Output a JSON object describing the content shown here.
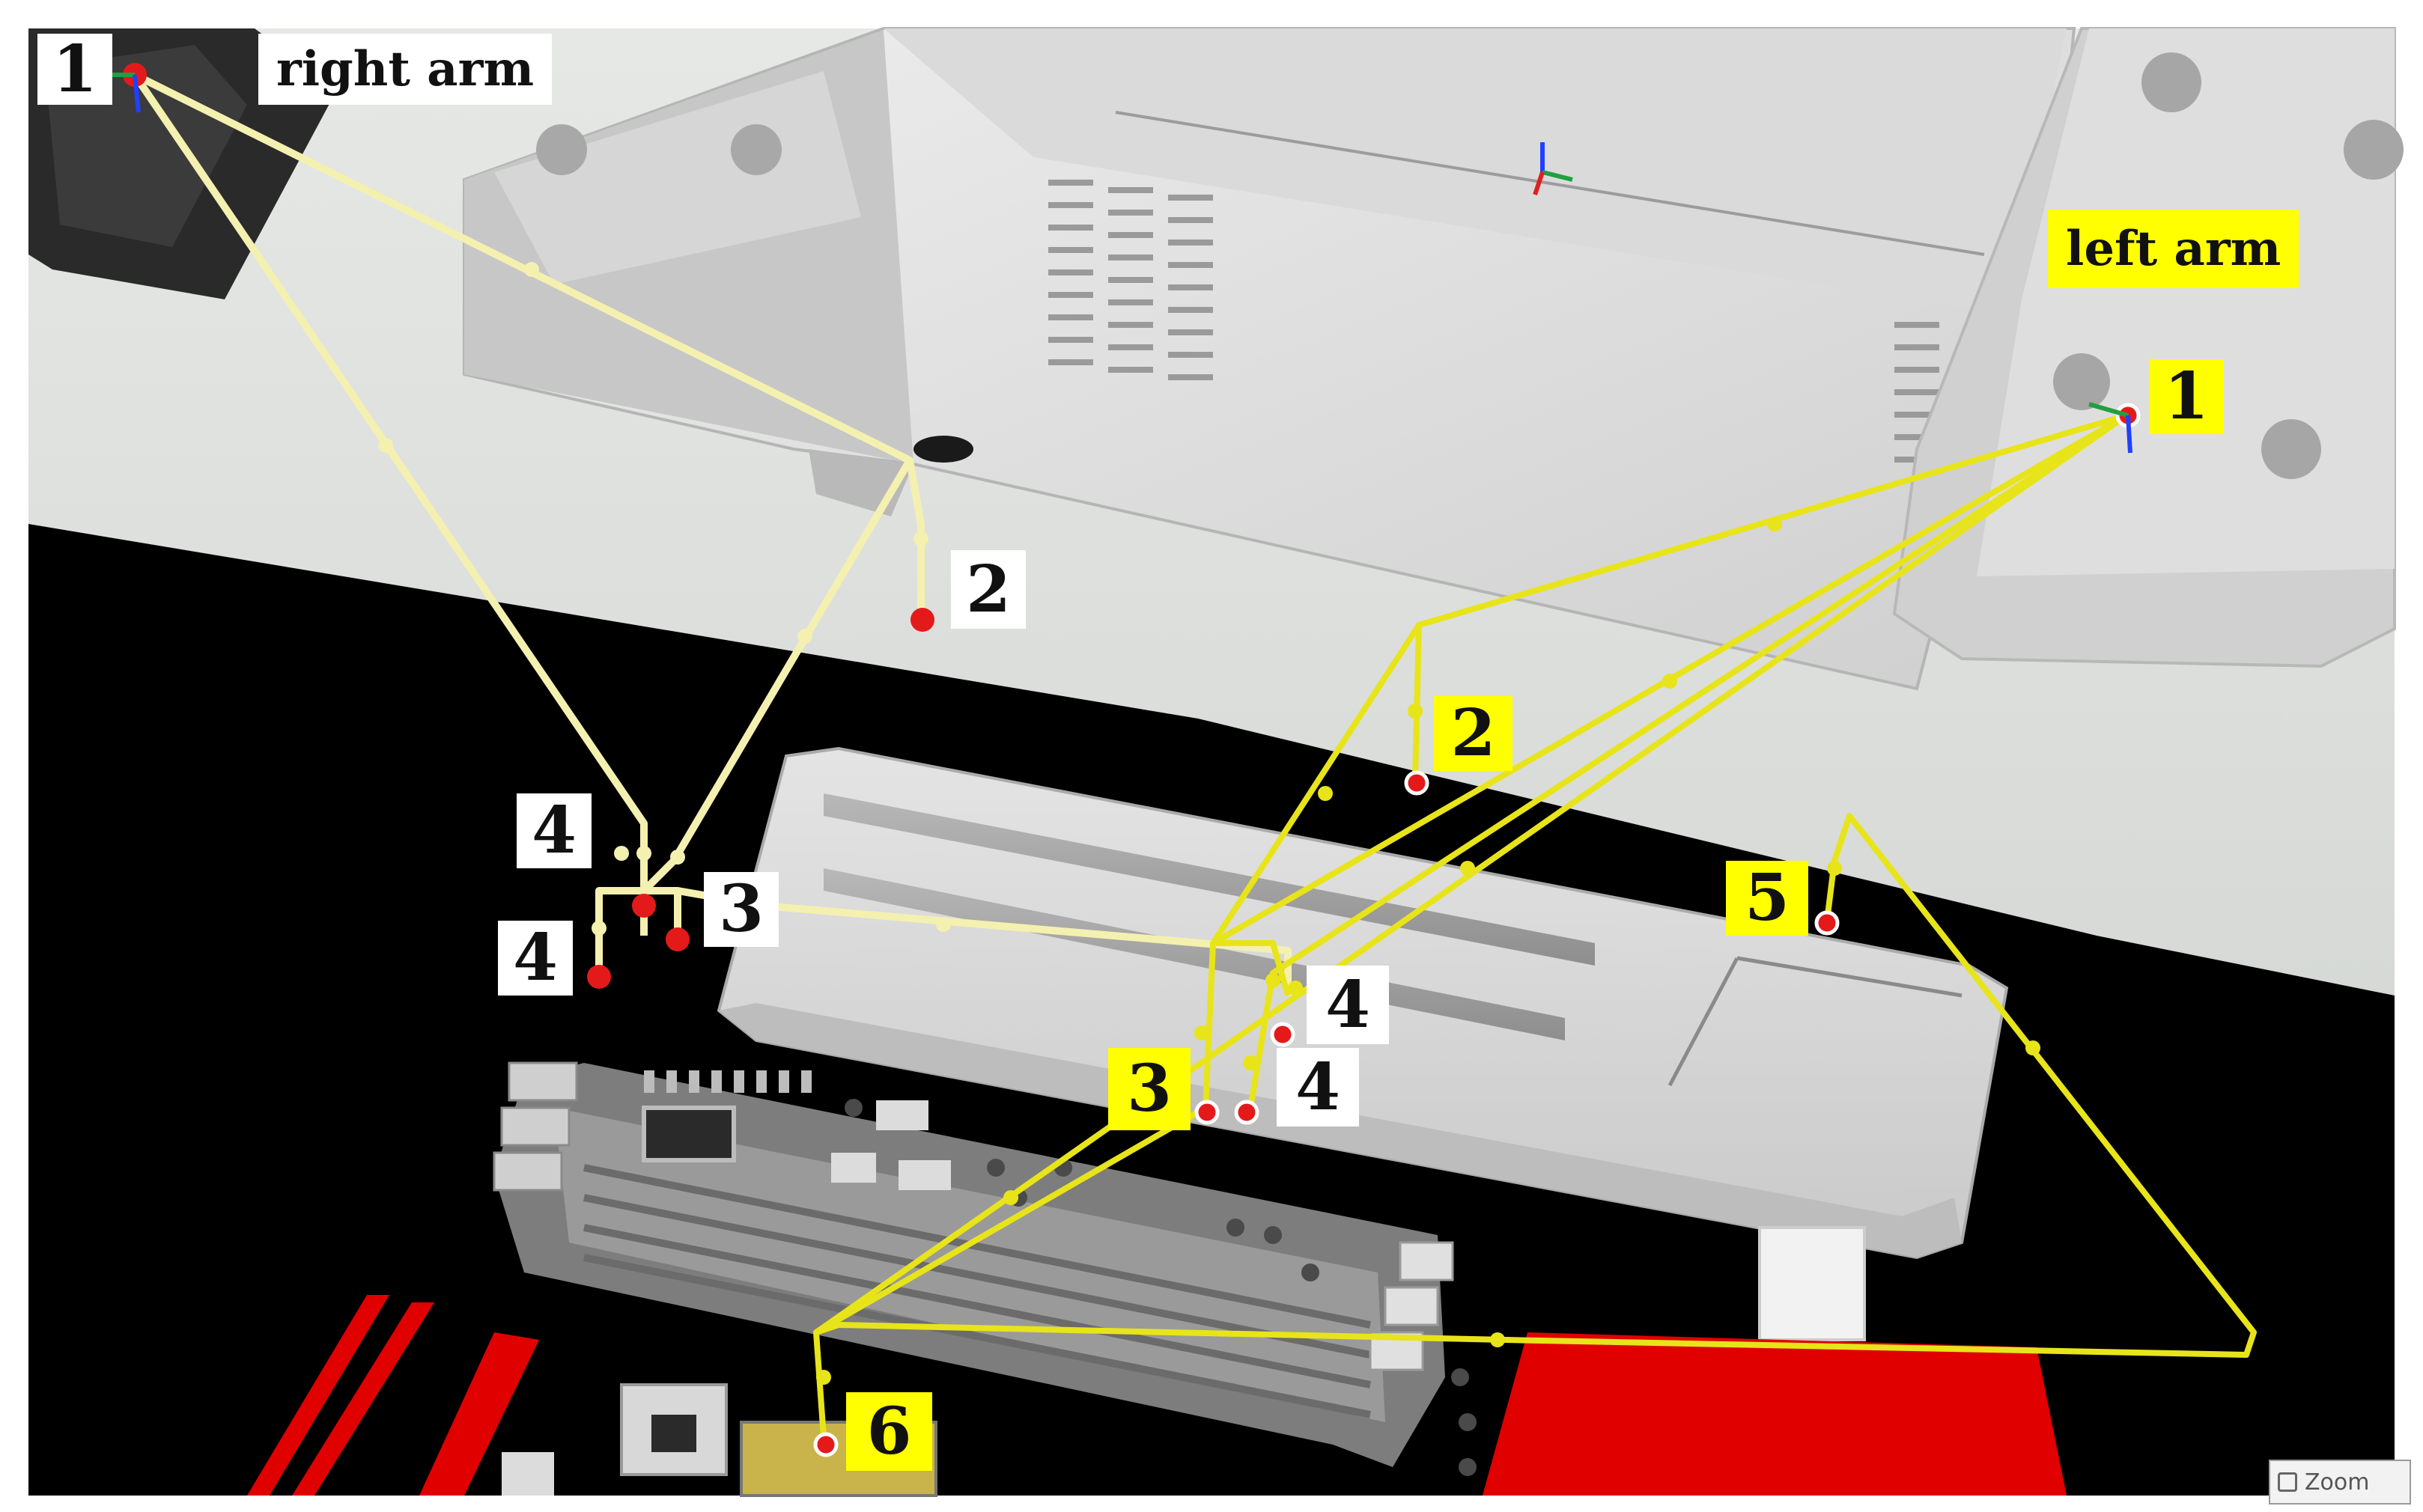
{
  "arms": {
    "right": {
      "title": "right arm",
      "points": [
        "1",
        "2",
        "3",
        "4",
        "4"
      ]
    },
    "left": {
      "title": "left arm",
      "points": [
        "1",
        "2",
        "3",
        "4",
        "4",
        "5",
        "6"
      ]
    }
  },
  "viewport": {
    "zoom_label": "Zoom"
  },
  "colors": {
    "right_path": "#f4f0b0",
    "left_path": "#e8e41a",
    "target_point": "#e41a1a",
    "label_yellow": "#ffff00",
    "pcb_red": "#e00000"
  }
}
